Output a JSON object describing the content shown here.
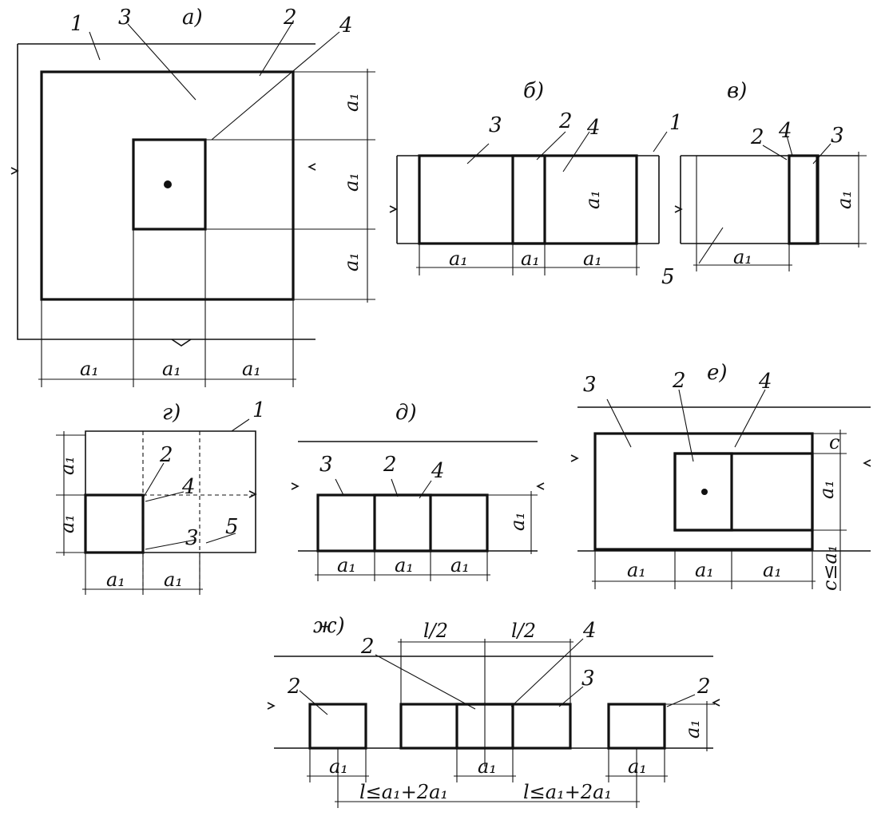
{
  "figures": {
    "a": {
      "caption": "а)",
      "labels": [
        "1",
        "3",
        "2",
        "4"
      ],
      "bottom_dims": [
        "a₁",
        "a₁",
        "a₁"
      ],
      "side_dims": [
        "a₁",
        "a₁",
        "a₁"
      ]
    },
    "b": {
      "caption": "б)",
      "labels": [
        "3",
        "2",
        "4",
        "1"
      ],
      "bottom_dims": [
        "a₁",
        "a₁",
        "a₁"
      ],
      "side_dim": "a₁"
    },
    "v": {
      "caption": "в)",
      "labels": [
        "2",
        "4",
        "3",
        "5"
      ],
      "bottom_dim": "a₁",
      "side_dim": "a₁"
    },
    "g": {
      "caption": "г)",
      "labels": [
        "1",
        "2",
        "4",
        "3",
        "5"
      ],
      "bottom_dims": [
        "a₁",
        "a₁"
      ],
      "side_dims": [
        "a₁",
        "a₁"
      ]
    },
    "d": {
      "caption": "д)",
      "labels": [
        "3",
        "2",
        "4"
      ],
      "bottom_dims": [
        "a₁",
        "a₁",
        "a₁"
      ],
      "side_dim": "a₁"
    },
    "e": {
      "caption": "е)",
      "labels": [
        "3",
        "2",
        "4"
      ],
      "bottom_dims": [
        "a₁",
        "a₁",
        "a₁"
      ],
      "side_dims": [
        "c",
        "a₁"
      ],
      "note": "c≤a₁"
    },
    "zh": {
      "caption": "ж)",
      "labels": [
        "2",
        "2",
        "4",
        "3",
        "2"
      ],
      "top_dims": [
        "l/2",
        "l/2"
      ],
      "bottom_dims": [
        "a₁",
        "a₁",
        "a₁"
      ],
      "span_dims": [
        "l≤a₁+2a₁",
        "l≤a₁+2a₁"
      ],
      "side_dim": "a₁"
    }
  },
  "colors": {
    "ink": "#111111",
    "paper": "#ffffff"
  }
}
